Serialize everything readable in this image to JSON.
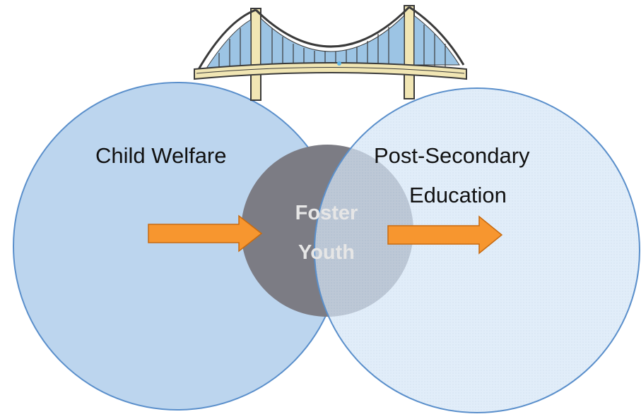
{
  "diagram": {
    "left_circle": {
      "label": "Child Welfare",
      "color": "#bcd5ee",
      "stroke": "#5a8fcb"
    },
    "right_circle": {
      "label_line1": "Post-Secondary",
      "label_line2": "Education",
      "color": "#d6e6f6",
      "stroke": "#5a8fcb"
    },
    "center_circle": {
      "label_line1": "Foster",
      "label_line2": "Youth",
      "color": "#7c7c84"
    },
    "arrow_color": "#f7962f",
    "icons": [
      "bridge-icon",
      "arrow-right-icon"
    ]
  }
}
